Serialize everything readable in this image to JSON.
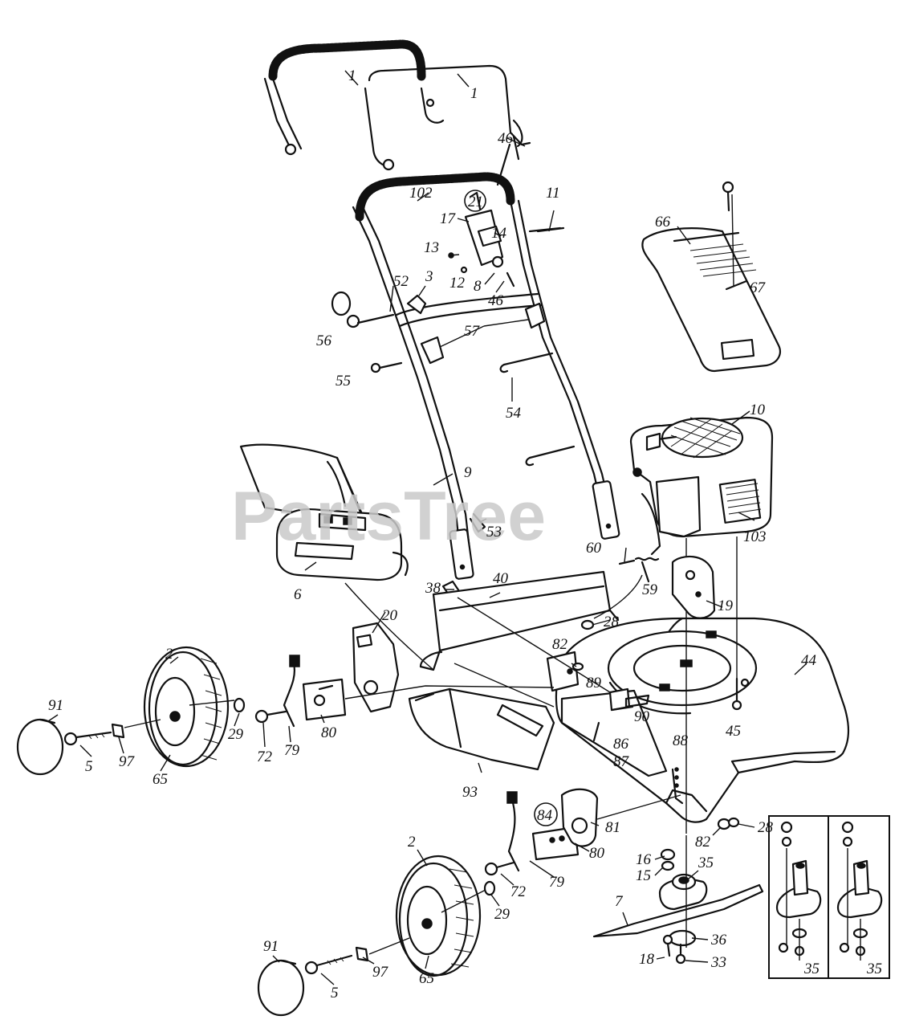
{
  "watermark": "PartsTree",
  "callouts": {
    "c1a": "1",
    "c1b": "1",
    "c2a": "2",
    "c2b": "2",
    "c3": "3",
    "c5a": "5",
    "c5b": "5",
    "c6": "6",
    "c7": "7",
    "c8": "8",
    "c9": "9",
    "c10": "10",
    "c11": "11",
    "c12": "12",
    "c13": "13",
    "c14": "14",
    "c15": "15",
    "c16": "16",
    "c17": "17",
    "c18": "18",
    "c19": "19",
    "c20": "20",
    "c21": "21",
    "c28a": "28",
    "c28b": "28",
    "c29a": "29",
    "c29b": "29",
    "c33": "33",
    "c35a": "35",
    "c35b": "35",
    "c35c": "35",
    "c36": "36",
    "c38": "38",
    "c40": "40",
    "c44": "44",
    "c45": "45",
    "c46a": "46",
    "c46b": "46",
    "c52": "52",
    "c53": "53",
    "c54": "54",
    "c55": "55",
    "c56": "56",
    "c57": "57",
    "c59": "59",
    "c60": "60",
    "c65a": "65",
    "c65b": "65",
    "c66": "66",
    "c67": "67",
    "c72a": "72",
    "c72b": "72",
    "c79a": "79",
    "c79b": "79",
    "c80a": "80",
    "c80b": "80",
    "c81": "81",
    "c82a": "82",
    "c82b": "82",
    "c84": "84",
    "c86": "86",
    "c87": "87",
    "c88": "88",
    "c89": "89",
    "c90": "90",
    "c91a": "91",
    "c91b": "91",
    "c93": "93",
    "c97a": "97",
    "c97b": "97",
    "c102": "102",
    "c103": "103"
  }
}
